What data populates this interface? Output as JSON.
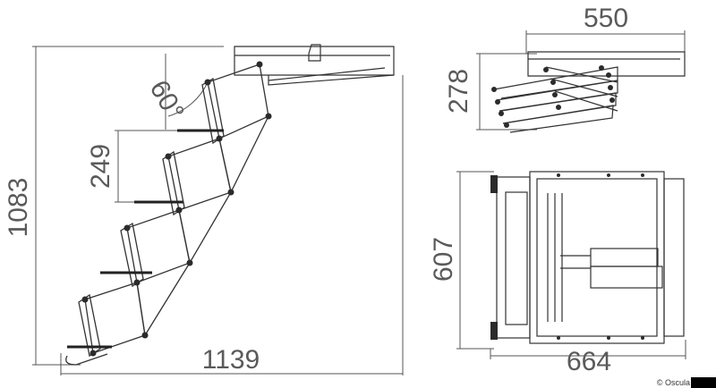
{
  "dimensions": {
    "total_height": "1083",
    "total_width": "1139",
    "step_rise": "249",
    "angle": "60°",
    "closed_width": "550",
    "closed_height": "278",
    "top_view_width": "664",
    "top_view_depth": "607"
  },
  "credit": "© Oscula",
  "colors": {
    "line": "#4a4a4a",
    "dimension_text": "#5a5a5a",
    "tread": "#2a2a2a",
    "pivot": "#2b2b2b"
  }
}
